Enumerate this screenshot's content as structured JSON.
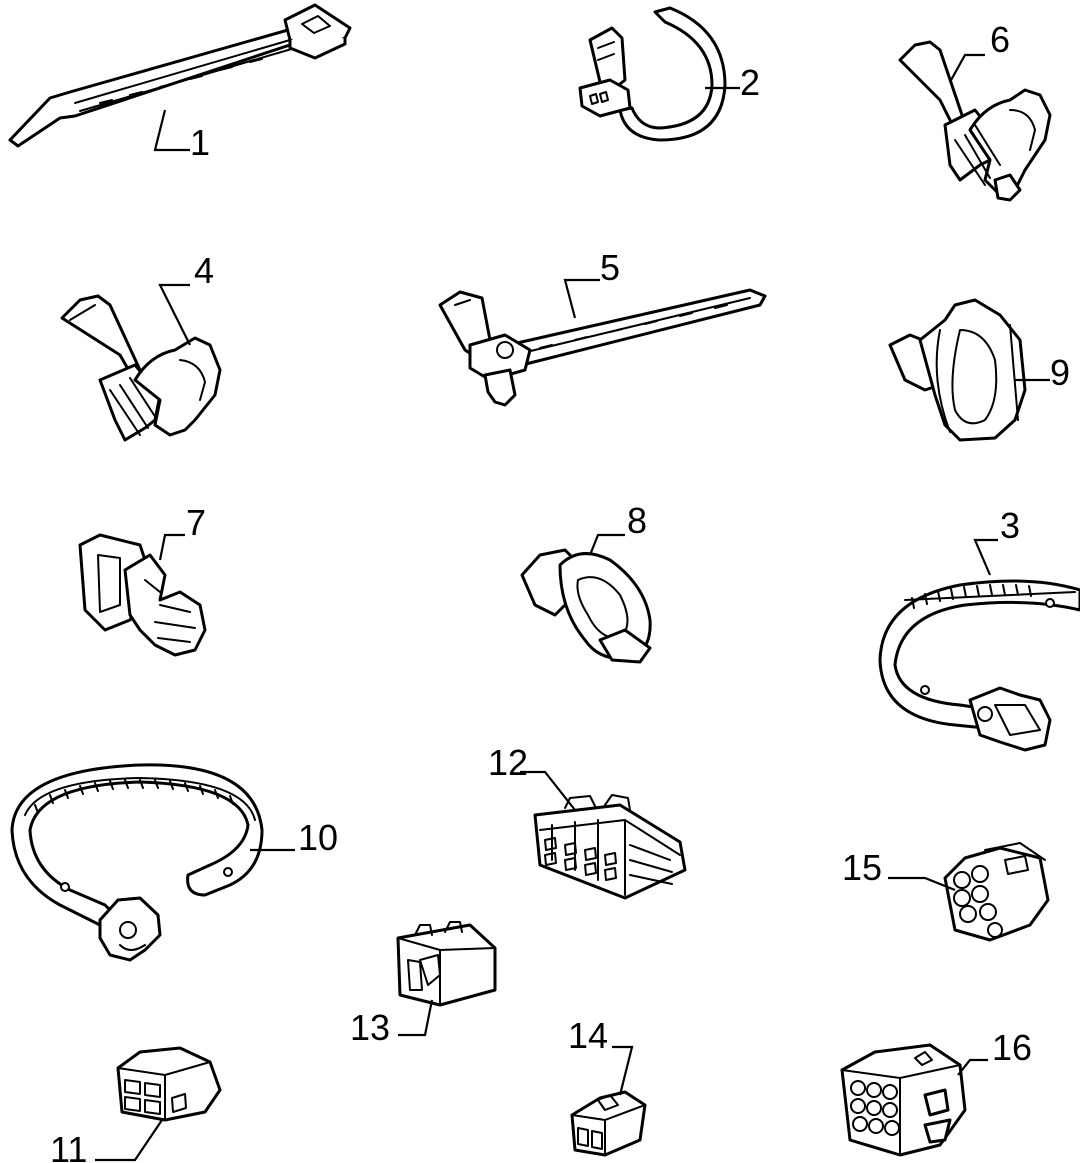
{
  "parts": [
    {
      "id": "1",
      "label": "1",
      "icon": "cable-tie"
    },
    {
      "id": "2",
      "label": "2",
      "icon": "strap-clip"
    },
    {
      "id": "3",
      "label": "3",
      "icon": "strap-with-push-pin"
    },
    {
      "id": "4",
      "label": "4",
      "icon": "harness-clip"
    },
    {
      "id": "5",
      "label": "5",
      "icon": "cable-tie-with-anchor"
    },
    {
      "id": "6",
      "label": "6",
      "icon": "harness-clip"
    },
    {
      "id": "7",
      "label": "7",
      "icon": "edge-clip"
    },
    {
      "id": "8",
      "label": "8",
      "icon": "ring-clip"
    },
    {
      "id": "9",
      "label": "9",
      "icon": "loop-clip"
    },
    {
      "id": "10",
      "label": "10",
      "icon": "large-strap-with-push-pin"
    },
    {
      "id": "11",
      "label": "11",
      "icon": "connector-6-way"
    },
    {
      "id": "12",
      "label": "12",
      "icon": "connector-block"
    },
    {
      "id": "13",
      "label": "13",
      "icon": "connector-housing"
    },
    {
      "id": "14",
      "label": "14",
      "icon": "connector-2-way"
    },
    {
      "id": "15",
      "label": "15",
      "icon": "connector-round-pins"
    },
    {
      "id": "16",
      "label": "16",
      "icon": "connector-9-way"
    }
  ],
  "colors": {
    "line": "#000000",
    "background": "#ffffff"
  }
}
